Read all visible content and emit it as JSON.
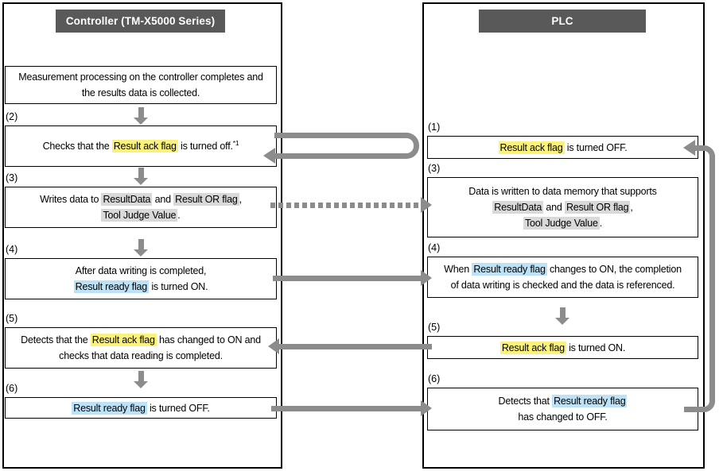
{
  "colors": {
    "header_bg": "#595959",
    "header_text": "#ffffff",
    "arrow": "#8c8c8c",
    "highlight_yellow": "#fbf27d",
    "highlight_blue": "#bce2f7",
    "highlight_gray": "#d9d9d9",
    "box_border": "#000000"
  },
  "icons": {
    "down-arrow": "css-triangle-down",
    "flow-arrow-right": "css-triangle-right",
    "flow-arrow-left": "css-triangle-left",
    "u-turn-arrow": "css-rounded-border",
    "loop-return-arrow": "css-rounded-border"
  },
  "controller": {
    "title": "Controller (TM-X5000 Series)",
    "steps": [
      {
        "num": "",
        "lines": [
          [
            {
              "t": "Measurement processing on the controller completes and"
            }
          ],
          [
            {
              "t": "the results data is collected."
            }
          ]
        ]
      },
      {
        "num": "(2)",
        "lines": [
          [
            {
              "t": "Checks that the "
            },
            {
              "t": "Result ack flag",
              "hl": "y"
            },
            {
              "t": " is turned off."
            },
            {
              "t": "*1",
              "sup": true
            }
          ]
        ]
      },
      {
        "num": "(3)",
        "lines": [
          [
            {
              "t": "Writes data to "
            },
            {
              "t": "ResultData",
              "hl": "g"
            },
            {
              "t": " and "
            },
            {
              "t": "Result OR flag",
              "hl": "g"
            },
            {
              "t": ","
            }
          ],
          [
            {
              "t": "Tool Judge Value",
              "hl": "g"
            },
            {
              "t": "."
            }
          ]
        ]
      },
      {
        "num": "(4)",
        "lines": [
          [
            {
              "t": "After data writing is completed,"
            }
          ],
          [
            {
              "t": "Result ready flag",
              "hl": "b"
            },
            {
              "t": " is turned ON."
            }
          ]
        ]
      },
      {
        "num": "(5)",
        "lines": [
          [
            {
              "t": "Detects that the "
            },
            {
              "t": "Result ack flag",
              "hl": "y"
            },
            {
              "t": " has changed to ON and"
            }
          ],
          [
            {
              "t": "checks that data reading is completed."
            }
          ]
        ]
      },
      {
        "num": "(6)",
        "lines": [
          [
            {
              "t": "Result ready flag",
              "hl": "b"
            },
            {
              "t": " is turned OFF."
            }
          ]
        ]
      }
    ]
  },
  "plc": {
    "title": "PLC",
    "steps": [
      {
        "num": "(1)",
        "lines": [
          [
            {
              "t": "Result ack flag",
              "hl": "y"
            },
            {
              "t": " is turned OFF."
            }
          ]
        ]
      },
      {
        "num": "(3)",
        "lines": [
          [
            {
              "t": "Data is written to data memory that supports"
            }
          ],
          [
            {
              "t": "ResultData",
              "hl": "g"
            },
            {
              "t": " and "
            },
            {
              "t": "Result OR flag",
              "hl": "g"
            },
            {
              "t": ","
            }
          ],
          [
            {
              "t": "Tool Judge Value",
              "hl": "g"
            },
            {
              "t": "."
            }
          ]
        ]
      },
      {
        "num": "(4)",
        "lines": [
          [
            {
              "t": "When "
            },
            {
              "t": "Result ready flag",
              "hl": "b"
            },
            {
              "t": " changes to ON, the completion"
            }
          ],
          [
            {
              "t": "of data writing is checked and the data is referenced."
            }
          ]
        ]
      },
      {
        "num": "(5)",
        "lines": [
          [
            {
              "t": "Result ack flag",
              "hl": "y"
            },
            {
              "t": " is turned ON."
            }
          ]
        ]
      },
      {
        "num": "(6)",
        "lines": [
          [
            {
              "t": "Detects that "
            },
            {
              "t": "Result ready flag",
              "hl": "b"
            }
          ],
          [
            {
              "t": "has changed to OFF."
            }
          ]
        ]
      }
    ]
  }
}
